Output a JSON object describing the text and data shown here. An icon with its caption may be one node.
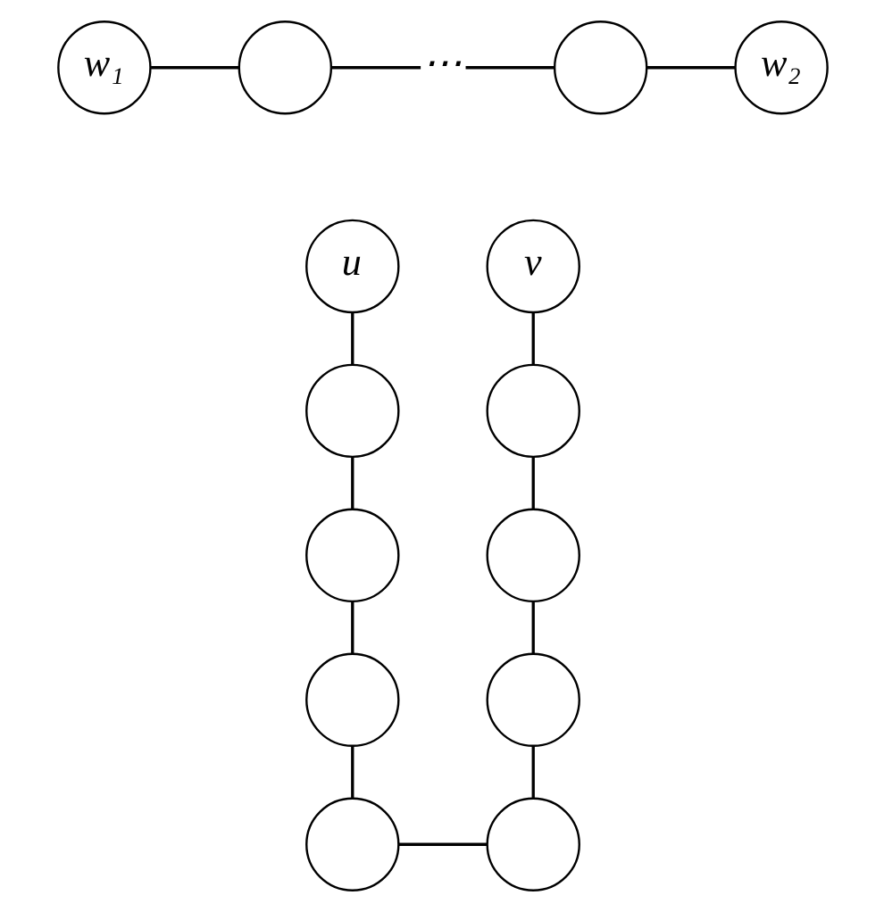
{
  "diagram": {
    "nodes": [
      {
        "text": [
          "w₁"
        ]
      },
      {
        "text": [],
        "shape": "circle"
      },
      {
        "text": [
          "⋯"
        ]
      },
      {
        "text": [],
        "shape": "circle"
      },
      {
        "text": [
          "w₂"
        ]
      },
      {
        "text": [
          "u"
        ]
      },
      {
        "text": [
          "v"
        ]
      },
      {
        "text": [],
        "shape": "circle"
      },
      {
        "text": [],
        "shape": "circle"
      },
      {
        "text": [],
        "shape": "circle"
      },
      {
        "text": [],
        "shape": "circle"
      },
      {
        "text": [],
        "shape": "circle"
      },
      {
        "text": [],
        "shape": "circle"
      },
      {
        "text": [],
        "shape": "circle"
      },
      {
        "text": [],
        "shape": "circle"
      }
    ],
    "edges": [
      {
        "from": 0,
        "to": 1,
        "arrow": "none"
      },
      {
        "from": 1,
        "to": 2,
        "arrow": "none"
      },
      {
        "from": 2,
        "to": 3,
        "arrow": "none"
      },
      {
        "from": 3,
        "to": 4,
        "arrow": "none"
      },
      {
        "from": 5,
        "to": 7,
        "arrow": "none"
      },
      {
        "from": 7,
        "to": 9,
        "arrow": "none"
      },
      {
        "from": 9,
        "to": 11,
        "arrow": "none"
      },
      {
        "from": 11,
        "to": 13,
        "arrow": "none"
      },
      {
        "from": 13,
        "to": 14,
        "arrow": "none"
      },
      {
        "from": 6,
        "to": 8,
        "arrow": "none"
      },
      {
        "from": 8,
        "to": 10,
        "arrow": "none"
      },
      {
        "from": 10,
        "to": 12,
        "arrow": "none"
      },
      {
        "from": 12,
        "to": 14,
        "arrow": "none"
      }
    ]
  }
}
